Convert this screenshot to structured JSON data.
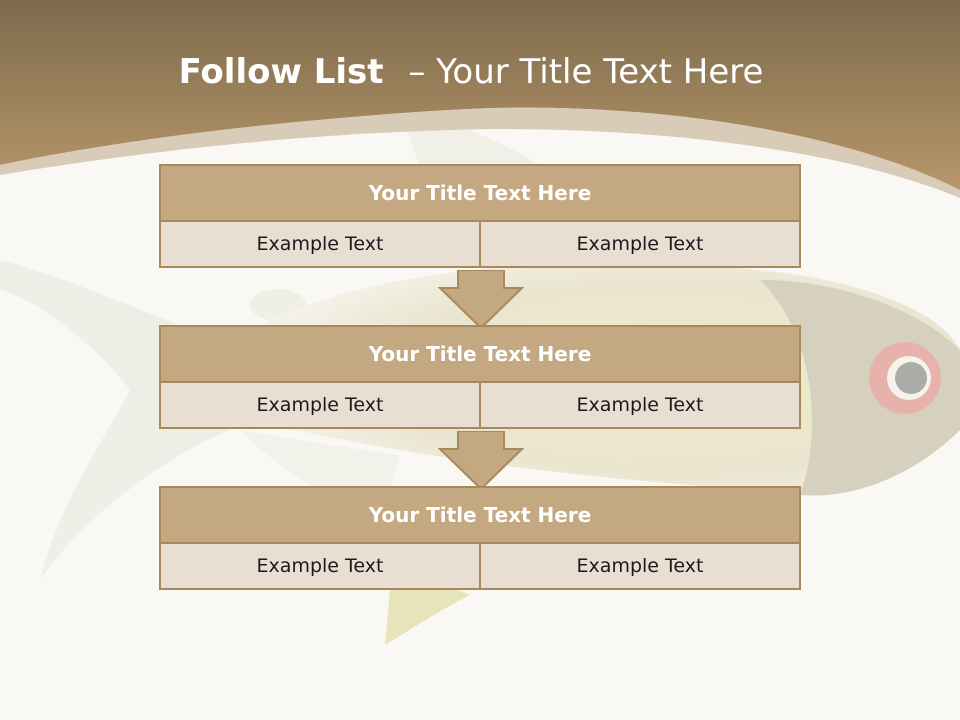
{
  "slide": {
    "title_bold": "Follow List",
    "title_separator": "–",
    "title_rest": "Your Title Text Here"
  },
  "blocks": [
    {
      "title": "Your Title Text Here",
      "left": "Example Text",
      "right": "Example Text"
    },
    {
      "title": "Your Title Text Here",
      "left": "Example Text",
      "right": "Example Text"
    },
    {
      "title": "Your Title Text Here",
      "left": "Example Text",
      "right": "Example Text"
    }
  ],
  "colors": {
    "header_top": "#7d6a4c",
    "header_bottom": "#b8976a",
    "box_title": "#c4a881",
    "box_border": "#a8895c",
    "cell": "#e8ded2",
    "background": "#faf8f4"
  }
}
